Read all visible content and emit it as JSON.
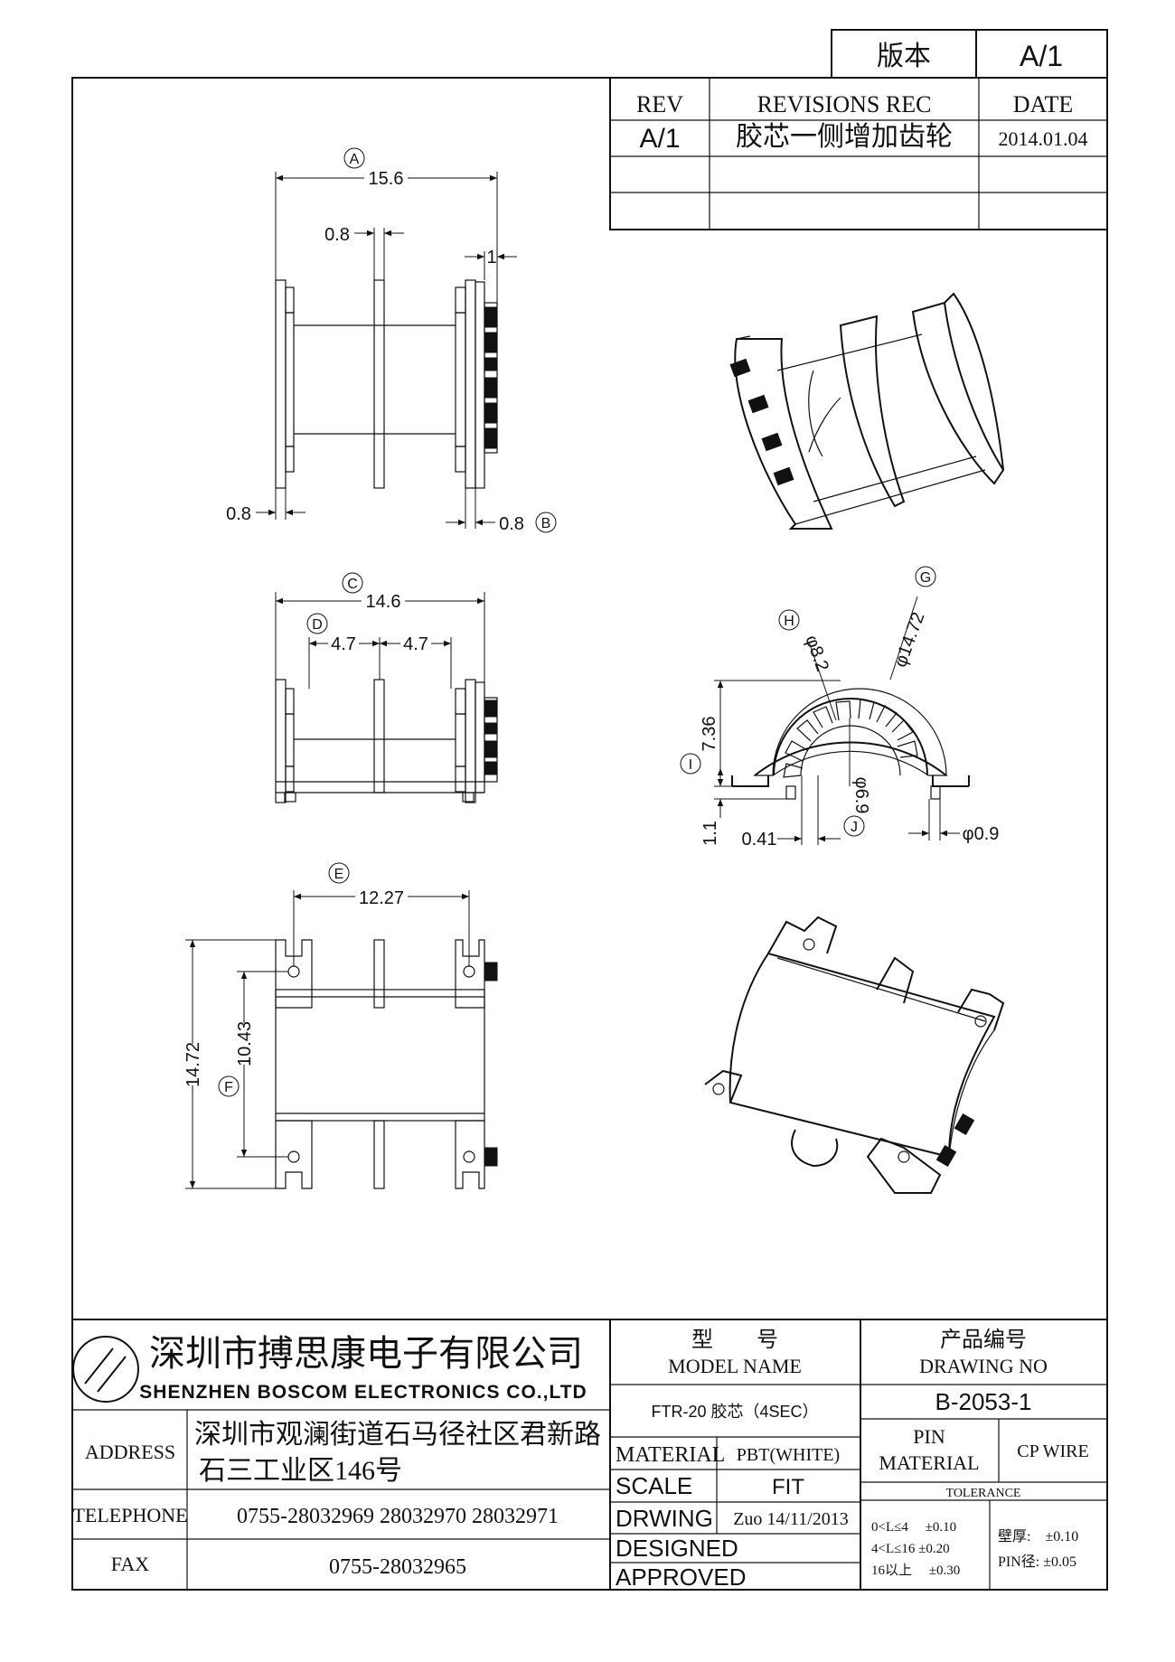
{
  "version_block": {
    "label": "版本",
    "value": "A/1"
  },
  "revisions": {
    "headers": {
      "rev": "REV",
      "rec": "REVISIONS REC",
      "date": "DATE"
    },
    "rows": [
      {
        "rev": "A/1",
        "rec": "胶芯一侧增加齿轮",
        "date": "2014.01.04"
      }
    ]
  },
  "dims": {
    "A": "15.6",
    "top_web": "0.8",
    "top_gear": "1",
    "left_flange": "0.8",
    "B": "0.8",
    "C": "14.6",
    "D1": "4.7",
    "D2": "4.7",
    "E": "12.27",
    "outer_h": "14.72",
    "F": "10.43",
    "G": "φ14.72",
    "H": "φ8.2",
    "I": "7.36",
    "foot": "1.1",
    "gap": "0.41",
    "J": "φ6.9",
    "pin": "φ0.9"
  },
  "callouts": [
    "A",
    "B",
    "C",
    "D",
    "E",
    "F",
    "G",
    "H",
    "I",
    "J"
  ],
  "company": {
    "name_cn": "深圳市搏思康电子有限公司",
    "name_en": "SHENZHEN BOSCOM ELECTRONICS CO.,LTD"
  },
  "address": {
    "label": "ADDRESS",
    "line1": "深圳市观澜街道石马径社区君新路",
    "line2": "石三工业区146号"
  },
  "telephone": {
    "label": "TELEPHONE",
    "value": "0755-28032969 28032970 28032971"
  },
  "fax": {
    "label": "FAX",
    "value": "0755-28032965"
  },
  "model": {
    "label_cn": "型　　号",
    "label_en": "MODEL NAME",
    "value": "FTR-20 胶芯（4SEC）"
  },
  "drawing_no": {
    "label_cn": "产品编号",
    "label_en": "DRAWING NO",
    "value": "B-2053-1"
  },
  "material": {
    "label": "MATERIAL",
    "value": "PBT(WHITE)"
  },
  "scale": {
    "label": "SCALE",
    "value": "FIT"
  },
  "drawing": {
    "label": "DRWING",
    "value": "Zuo 14/11/2013"
  },
  "designed": {
    "label": "DESIGNED"
  },
  "approved": {
    "label": "APPROVED"
  },
  "pin_material": {
    "label1": "PIN",
    "label2": "MATERIAL",
    "value": "CP WIRE"
  },
  "tolerance": {
    "label": "TOLERANCE",
    "rows": [
      "0<L≤4　 ±0.10",
      "4<L≤16 ±0.20",
      "16以上　 ±0.30"
    ],
    "wall": "壁厚:　±0.10",
    "pin": "PIN径: ±0.05"
  }
}
